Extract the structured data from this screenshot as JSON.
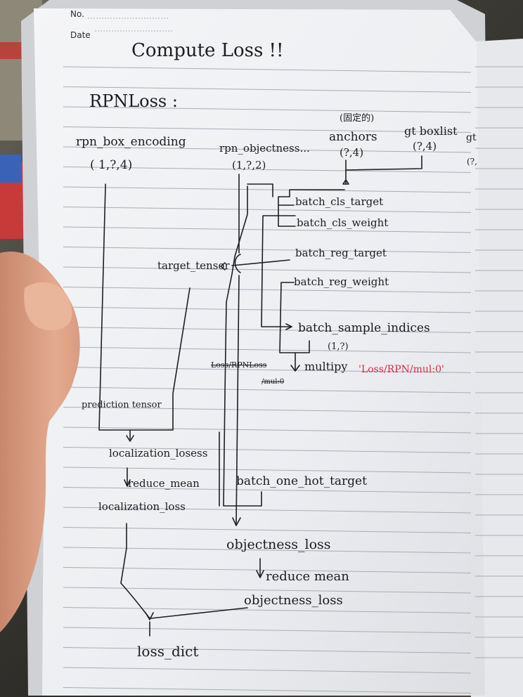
{
  "header": {
    "no_label": "No.",
    "date_label": "Date"
  },
  "title": "Compute Loss !!",
  "section": "RPNLoss :",
  "inputs": {
    "box_encoding": "rpn_box_encoding",
    "box_encoding_shape": "( 1,?,4)",
    "objectness": "rpn_objectness...",
    "objectness_shape": "(1,?,2)",
    "anchors_note": "(固定的)",
    "anchors": "anchors",
    "anchors_shape": "(?,4)",
    "gt_boxlist": "gt boxlist",
    "gt_boxlist_shape": "(?,4)",
    "gt_partial": "gt",
    "gt_partial_shape": "(?,"
  },
  "targets": {
    "cls_target": "batch_cls_target",
    "cls_weight": "batch_cls_weight",
    "reg_target": "batch_reg_target",
    "reg_weight": "batch_reg_weight",
    "sample_indices": "batch_sample_indices",
    "sample_shape": "(1,?)",
    "target_tensor": "target_tensor"
  },
  "multiply": {
    "scratch_label": "Loss/RPNLoss",
    "scratch_sub": "/mul:0",
    "label": "multipy",
    "op_name": "'Loss/RPN/mul:0'"
  },
  "loss_flow": {
    "prediction_tensor": "prediction tensor",
    "localization_losses": "localization_losess",
    "reduce_mean_1": "reduce_mean",
    "localization_loss": "localization_loss",
    "one_hot": "batch_one_hot_target",
    "objectness_losses": "objectness_loss",
    "reduce_mean_2": "reduce mean",
    "objectness_loss": "objectness_loss",
    "loss_dict": "loss_dict"
  },
  "colors": {
    "ink": "#1c1c22",
    "red_ink": "#d92c44",
    "rule": "#a9acb5",
    "paper": "#eff0f2"
  }
}
